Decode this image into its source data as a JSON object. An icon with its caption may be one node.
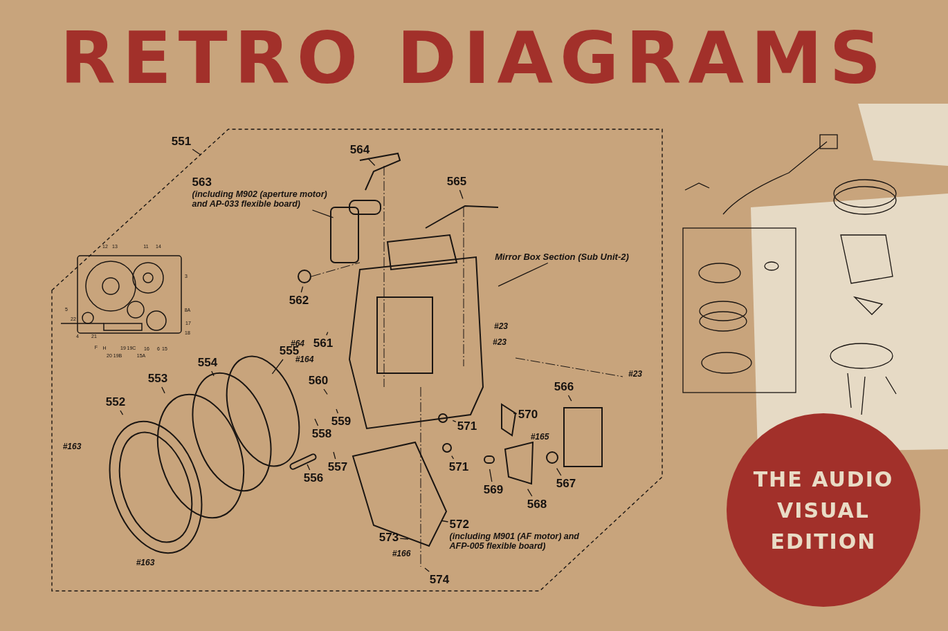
{
  "diagram": {
    "title": "RETRO DIAGRAMS",
    "nodes": [
      {
        "text": [],
        "shape": "box"
      },
      {
        "text": [
          "551"
        ],
        "in": 0
      },
      {
        "text": [
          "563",
          "(including M902 (aperture motor) and AP-033 flexible board)"
        ],
        "in": 0
      },
      {
        "text": [
          "564"
        ],
        "in": 0
      },
      {
        "text": [
          "565"
        ],
        "in": 0
      },
      {
        "text": [
          "Mirror Box Section (Sub Unit-2)"
        ],
        "in": 0
      },
      {
        "text": [
          "562"
        ],
        "in": 0
      },
      {
        "text": [
          "561"
        ],
        "in": 0
      },
      {
        "text": [
          "555"
        ],
        "in": 0
      },
      {
        "text": [
          "554"
        ],
        "in": 0
      },
      {
        "text": [
          "560"
        ],
        "in": 0
      },
      {
        "text": [
          "553"
        ],
        "in": 0
      },
      {
        "text": [
          "566"
        ],
        "in": 0
      },
      {
        "text": [
          "552"
        ],
        "in": 0
      },
      {
        "text": [
          "570"
        ],
        "in": 0
      },
      {
        "text": [
          "559"
        ],
        "in": 0
      },
      {
        "text": [
          "571"
        ],
        "in": 0
      },
      {
        "text": [
          "558"
        ],
        "in": 0
      },
      {
        "text": [
          "557"
        ],
        "in": 0
      },
      {
        "text": [
          "571"
        ],
        "in": 0
      },
      {
        "text": [
          "556"
        ],
        "in": 0
      },
      {
        "text": [
          "567"
        ],
        "in": 0
      },
      {
        "text": [
          "569"
        ],
        "in": 0
      },
      {
        "text": [
          "568"
        ],
        "in": 0
      },
      {
        "text": [
          "572",
          "(including M901 (AF motor) and AFP-005 flexible board)"
        ],
        "in": 0
      },
      {
        "text": [
          "573"
        ],
        "in": 0
      },
      {
        "text": [
          "574"
        ],
        "in": 0
      },
      {
        "text": [
          "THE AUDIO VISUAL EDITION"
        ]
      }
    ],
    "edges": [
      {
        "from": 1,
        "to": 0,
        "arrow": "none"
      },
      {
        "from": 2,
        "to": null,
        "arrow": "none"
      },
      {
        "from": 3,
        "to": null,
        "arrow": "none"
      },
      {
        "from": 4,
        "to": null,
        "arrow": "none"
      },
      {
        "from": 5,
        "to": null,
        "arrow": "none"
      },
      {
        "from": 6,
        "to": null,
        "arrow": "none"
      },
      {
        "from": 7,
        "to": null,
        "arrow": "none"
      },
      {
        "from": 8,
        "to": null,
        "arrow": "none"
      },
      {
        "from": 9,
        "to": null,
        "arrow": "none"
      },
      {
        "from": 10,
        "to": null,
        "arrow": "none"
      },
      {
        "from": 11,
        "to": null,
        "arrow": "none"
      },
      {
        "from": 12,
        "to": null,
        "arrow": "none"
      },
      {
        "from": 13,
        "to": null,
        "arrow": "none"
      },
      {
        "from": 14,
        "to": null,
        "arrow": "none"
      },
      {
        "from": 15,
        "to": null,
        "arrow": "none"
      },
      {
        "from": 16,
        "to": null,
        "arrow": "none"
      },
      {
        "from": 17,
        "to": null,
        "arrow": "none"
      },
      {
        "from": 18,
        "to": null,
        "arrow": "none"
      },
      {
        "from": 19,
        "to": null,
        "arrow": "none"
      },
      {
        "from": 20,
        "to": null,
        "arrow": "none"
      },
      {
        "from": 21,
        "to": null,
        "arrow": "none"
      },
      {
        "from": 22,
        "to": null,
        "arrow": "none"
      },
      {
        "from": 23,
        "to": null,
        "arrow": "none"
      },
      {
        "from": 24,
        "to": null,
        "arrow": "none"
      },
      {
        "from": 25,
        "to": null,
        "arrow": "none"
      },
      {
        "from": 26,
        "to": null,
        "arrow": "none"
      }
    ],
    "labels": [
      "12",
      "13",
      "11",
      "14",
      "3",
      "5",
      "22",
      "8A",
      "17",
      "18",
      "4",
      "21",
      "F",
      "H",
      "19",
      "19C",
      "16",
      "6",
      "15",
      "20",
      "19B",
      "15A",
      "#64",
      "#164",
      "#23",
      "#23",
      "#23",
      "#165",
      "#163",
      "#163",
      "#166"
    ]
  }
}
